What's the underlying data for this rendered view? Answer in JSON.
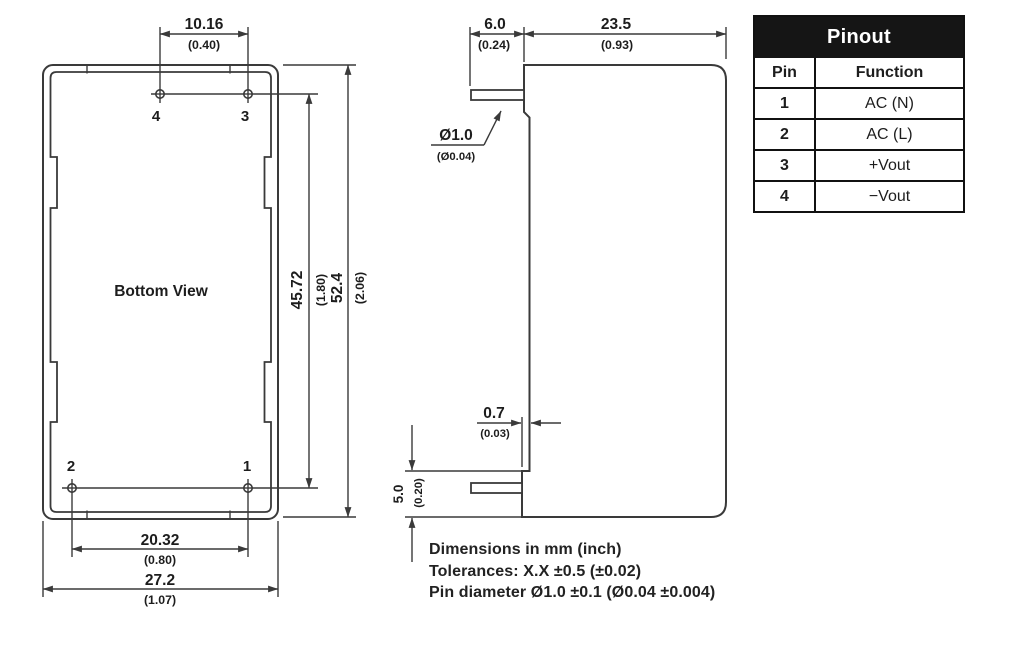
{
  "left_view": {
    "title": "Bottom View",
    "pin_labels": [
      "1",
      "2",
      "3",
      "4"
    ],
    "dims": {
      "pin_span_top_mm": "10.16",
      "pin_span_top_in": "(0.40)",
      "pin_span_bottom_mm": "20.32",
      "pin_span_bottom_in": "(0.80)",
      "body_width_mm": "27.2",
      "body_width_in": "(1.07)",
      "pin_pitch_mm": "45.72",
      "pin_pitch_in": "(1.80)",
      "body_height_mm": "52.4",
      "body_height_in": "(2.06)"
    }
  },
  "side_view": {
    "dims": {
      "pin_length_mm": "6.0",
      "pin_length_in": "(0.24)",
      "body_depth_mm": "23.5",
      "body_depth_in": "(0.93)",
      "pin_diameter_mm": "Ø1.0",
      "pin_diameter_in": "(Ø0.04)",
      "pin_setback_mm": "0.7",
      "pin_setback_in": "(0.03)",
      "standoff_mm": "5.0",
      "standoff_in": "(0.20)"
    }
  },
  "notes": {
    "line1": "Dimensions in mm (inch)",
    "line2": "Tolerances: X.X ±0.5 (±0.02)",
    "line3": "Pin diameter Ø1.0 ±0.1 (Ø0.04 ±0.004)"
  },
  "pinout_table": {
    "title": "Pinout",
    "columns": [
      "Pin",
      "Function"
    ],
    "rows": [
      [
        "1",
        "AC (N)"
      ],
      [
        "2",
        "AC (L)"
      ],
      [
        "3",
        "+Vout"
      ],
      [
        "4",
        "−Vout"
      ]
    ]
  },
  "colors": {
    "line": "#3a3a3a",
    "text": "#1d1d1d",
    "table_header_bg": "#151515",
    "table_header_fg": "#ffffff"
  }
}
